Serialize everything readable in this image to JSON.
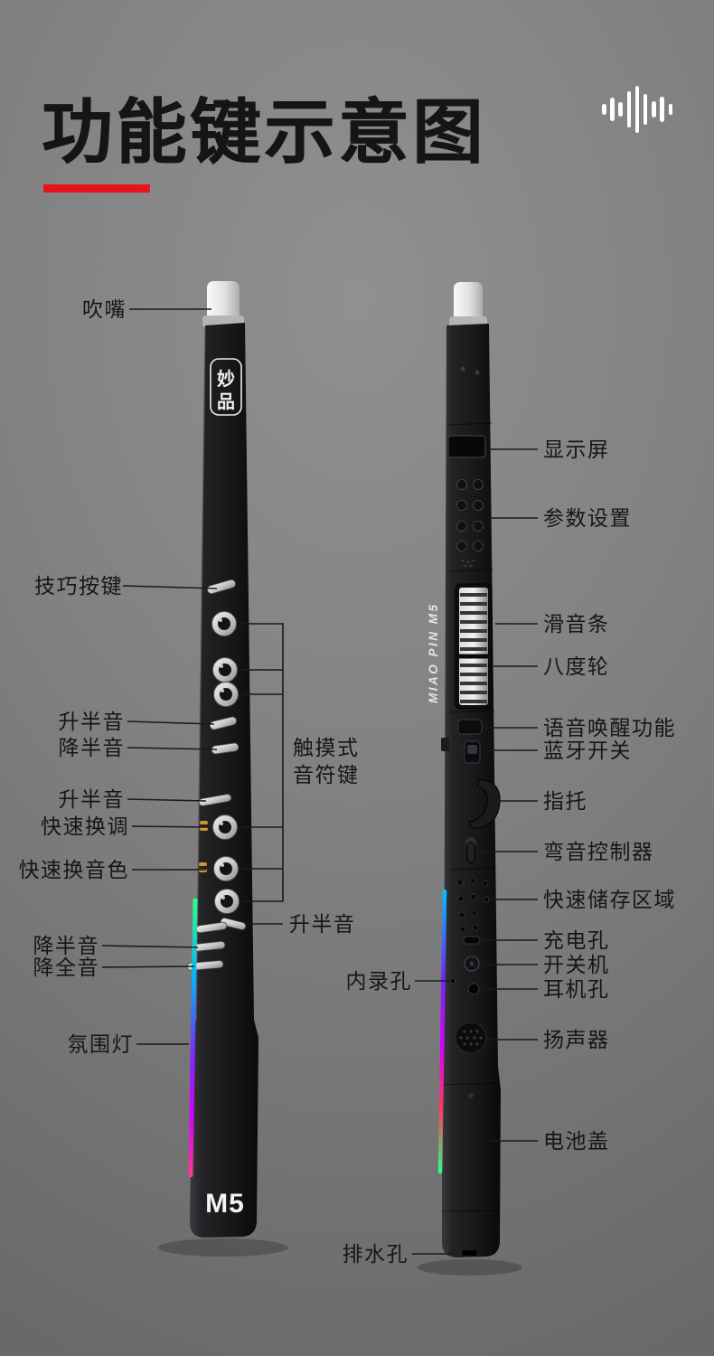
{
  "header": {
    "title": "功能键示意图",
    "icon": "audio-wave-icon"
  },
  "front_view": {
    "logo_top": "妙",
    "logo_bottom": "品",
    "model": "M5",
    "labels": {
      "mouthpiece": "吹嘴",
      "technique_keys": "技巧按键",
      "sharp_upper": "升半音",
      "flat_upper": "降半音",
      "sharp_mid": "升半音",
      "quick_transpose": "快速换调",
      "quick_timbre": "快速换音色",
      "touch_note_keys": "触摸式音符键",
      "sharp_right": "升半音",
      "flat_lower": "降半音",
      "flat_whole_tone": "降全音",
      "ambient_light": "氛围灯"
    }
  },
  "back_view": {
    "side_text": "MIAO PIN M5",
    "labels": {
      "display": "显示屏",
      "parameter_settings": "参数设置",
      "slide_bar": "滑音条",
      "octave_wheel": "八度轮",
      "voice_wake": "语音唤醒功能",
      "bluetooth_switch": "蓝牙开关",
      "thumb_rest": "指托",
      "pitch_bend_controller": "弯音控制器",
      "quick_storage_area": "快速储存区域",
      "charging_port": "充电孔",
      "power_switch": "开关机",
      "headphone_jack": "耳机孔",
      "internal_recording_hole": "内录孔",
      "speaker": "扬声器",
      "battery_cover": "电池盖",
      "drain_hole": "排水孔"
    }
  },
  "colors": {
    "accent_red": "#E8141D",
    "title_text": "#151515",
    "label_text": "#161616",
    "instrument_body": "#1A1A1C",
    "mouthpiece": "#E3E3E3",
    "ambient_light_gradient": [
      "#2BFF88",
      "#00B3FF",
      "#7A2BFF",
      "#D400FF",
      "#FF3D8A"
    ]
  }
}
